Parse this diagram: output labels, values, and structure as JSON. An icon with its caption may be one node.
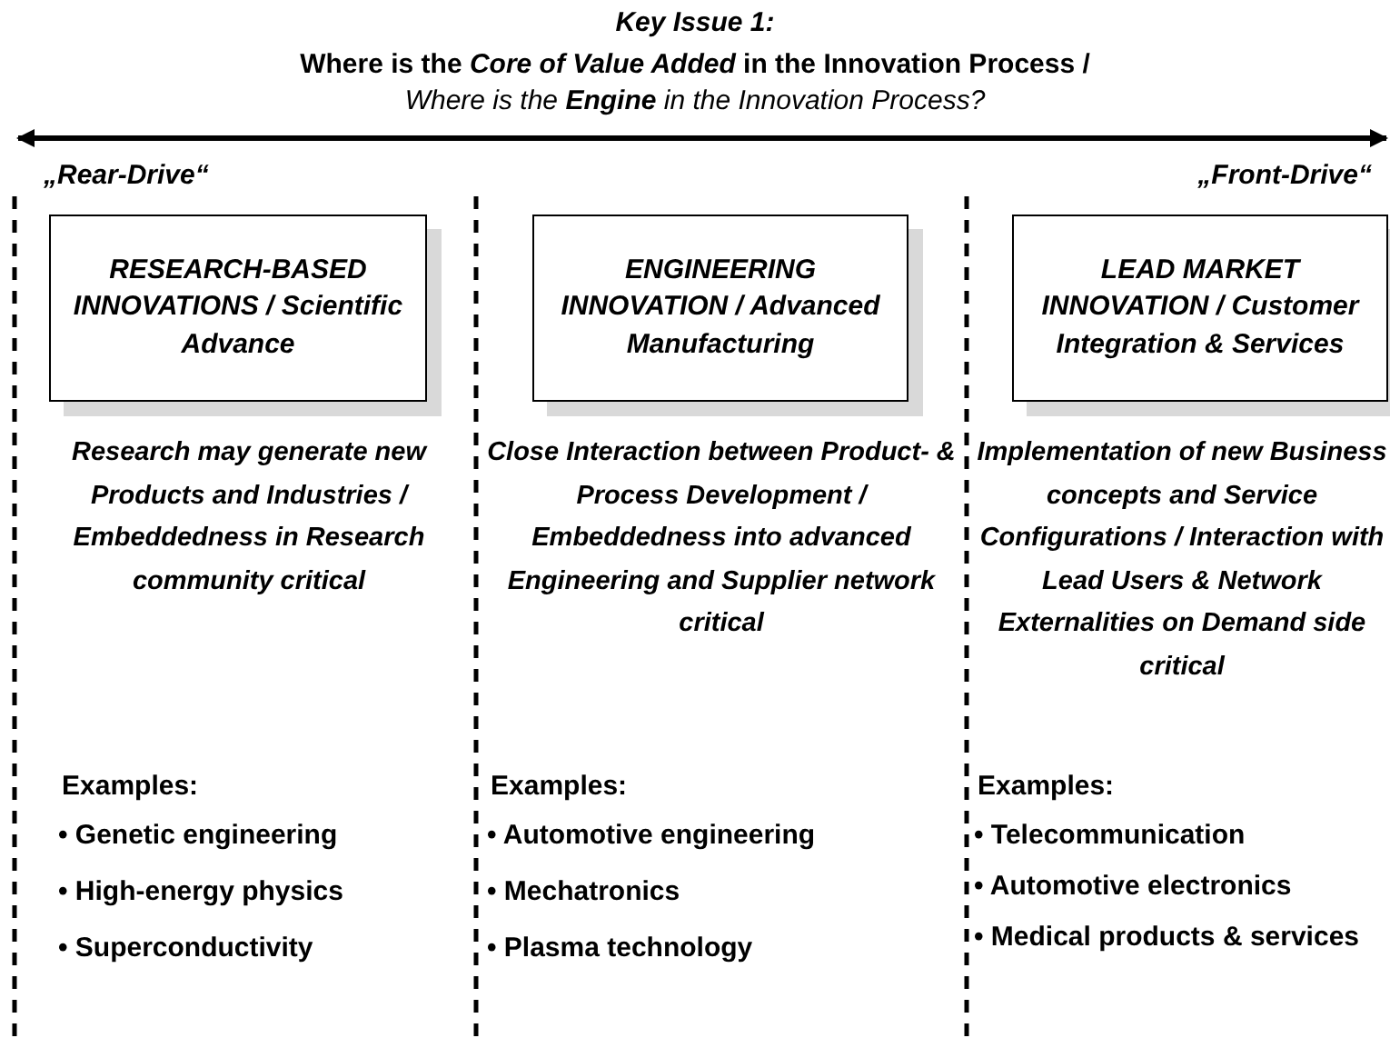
{
  "diagram": {
    "title": "Key Issue 1:",
    "nodes": [
      {
        "text": [
          "RESEARCH-BASED INNOVATIONS / Scientific Advance"
        ]
      },
      {
        "text": [
          "ENGINEERING INNOVATION / Advanced Manufacturing"
        ]
      },
      {
        "text": [
          "LEAD MARKET INNOVATION / Customer Integration & Services"
        ]
      }
    ],
    "edges": [],
    "labels": [
      "Where is the *Core of Value Added* in the Innovation Process /",
      "Where is the **Engine** in the Innovation Process?",
      "„Rear-Drive“",
      "„Front-Drive“",
      "Research may generate new Products and Industries / Embeddedness in Research community critical",
      "Close Interaction between Product- & Process Development / Embeddedness into advanced Engineering and Supplier network critical",
      "Implementation of new Business concepts and Service Configurations / Interaction with Lead Users & Network Externalities on Demand side critical",
      "Examples:",
      "• Genetic engineering",
      "• High-energy physics",
      "• Superconductivity",
      "Examples:",
      "• Automotive engineering",
      "• Mechatronics",
      "• Plasma technology",
      "Examples:",
      "• Telecommunication",
      "• Automotive electronics",
      "• Medical products & services"
    ]
  }
}
